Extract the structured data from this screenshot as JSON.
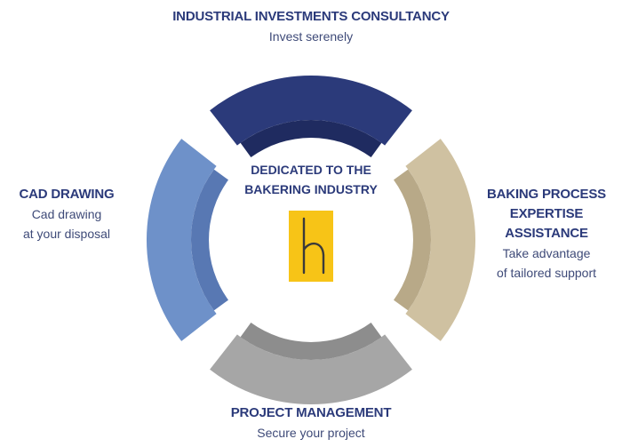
{
  "center": {
    "line1": "DEDICATED TO THE",
    "line2": "BAKERING INDUSTRY",
    "logo_glyph": "h",
    "logo_color": "#f7c417"
  },
  "segments": {
    "top": {
      "title": "INDUSTRIAL INVESTMENTS CONSULTANCY",
      "sub": [
        "Invest serenely"
      ],
      "color": "#2b3a7a",
      "inner_color": "#1f2b60"
    },
    "right": {
      "title": [
        "BAKING PROCESS",
        "EXPERTISE",
        "ASSISTANCE"
      ],
      "sub": [
        "Take advantage",
        "of tailored support"
      ],
      "color": "#cfc1a1",
      "inner_color": "#b8a988"
    },
    "bottom": {
      "title": "PROJECT MANAGEMENT",
      "sub": [
        "Secure your project"
      ],
      "color": "#a6a6a6",
      "inner_color": "#8d8d8d"
    },
    "left": {
      "title": "CAD DRAWING",
      "sub": [
        "Cad drawing",
        "at your disposal"
      ],
      "color": "#6e91c9",
      "inner_color": "#5878b3"
    }
  }
}
